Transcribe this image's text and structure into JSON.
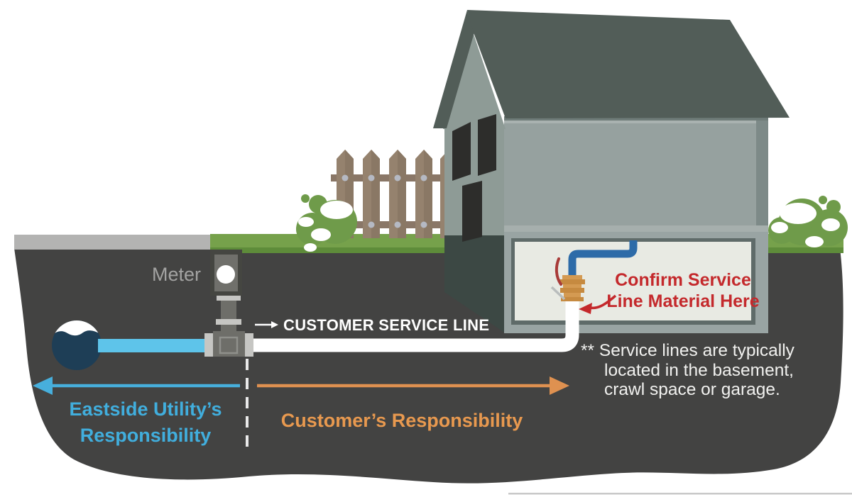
{
  "title": "Water service line responsibility diagram",
  "labels": {
    "meter": "Meter",
    "customer_service_line": "CUSTOMER SERVICE LINE",
    "confirm": {
      "line1": "Confirm Service",
      "line2": "Line Material Here"
    },
    "note": {
      "line1": "** Service lines are typically",
      "line2": "located in the basement,",
      "line3": "crawl space or garage."
    },
    "utility": {
      "line1": "Eastside Utility’s",
      "line2": "Responsibility"
    },
    "customer_responsibility": "Customer’s Responsibility"
  },
  "colors": {
    "blue-text": "#41aedd",
    "blue-arrow": "#47afdc",
    "orange-text": "#e8994f",
    "orange-arrow": "#df9150",
    "red": "#c4292c",
    "white-text": "#f1f1ef",
    "meter-text": "#a3a3a2",
    "ground": "#434342",
    "grass": "#76a14b",
    "supply-pipe-blue": "#5ec4ea",
    "interior-pipe-blue": "#2d6ba8",
    "brass": "#d49a52"
  }
}
